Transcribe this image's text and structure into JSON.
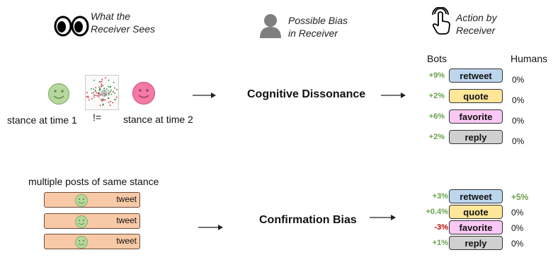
{
  "headers": {
    "sees": "What the\nReceiver Sees",
    "bias": "Possible Bias\nin Receiver",
    "action": "Action by\nReceiver"
  },
  "columns": {
    "bots": "Bots",
    "humans": "Humans"
  },
  "top": {
    "stance1": "stance at time 1",
    "neq": "!=",
    "stance2": "stance at time 2",
    "bias_label": "Cognitive Dissonance",
    "actions": [
      {
        "label": "retweet",
        "bots": "+9%",
        "humans": "0%",
        "fill": "#bcd6ee",
        "bots_color": "#6aa34a"
      },
      {
        "label": "quote",
        "bots": "+2%",
        "humans": "0%",
        "fill": "#ffe699",
        "bots_color": "#6aa34a"
      },
      {
        "label": "favorite",
        "bots": "+6%",
        "humans": "0%",
        "fill": "#fac8f5",
        "bots_color": "#6aa34a"
      },
      {
        "label": "reply",
        "bots": "+2%",
        "humans": "0%",
        "fill": "#d0d0d0",
        "bots_color": "#6aa34a"
      }
    ]
  },
  "bottom": {
    "caption": "multiple posts of same stance",
    "tweets": [
      "tweet",
      "tweet",
      "tweet"
    ],
    "bias_label": "Confirmation Bias",
    "actions": [
      {
        "label": "retweet",
        "bots": "+3%",
        "humans": "+5%",
        "fill": "#bcd6ee",
        "bots_color": "#6aa34a",
        "humans_color": "#6aa34a"
      },
      {
        "label": "quote",
        "bots": "+0.4%",
        "humans": "0%",
        "fill": "#ffe699",
        "bots_color": "#6aa34a",
        "humans_color": "#111111"
      },
      {
        "label": "favorite",
        "bots": "-3%",
        "humans": "0%",
        "fill": "#fac8f5",
        "bots_color": "#c00000",
        "humans_color": "#111111"
      },
      {
        "label": "reply",
        "bots": "+1%",
        "humans": "0%",
        "fill": "#d0d0d0",
        "bots_color": "#6aa34a",
        "humans_color": "#111111"
      }
    ]
  },
  "colors": {
    "green_face": "#b5d99c",
    "pink_face": "#f47aa6",
    "tweet_fill": "#f8c9a7"
  },
  "icons": [
    "eyes-icon",
    "person-icon",
    "pointer-hand-icon"
  ]
}
